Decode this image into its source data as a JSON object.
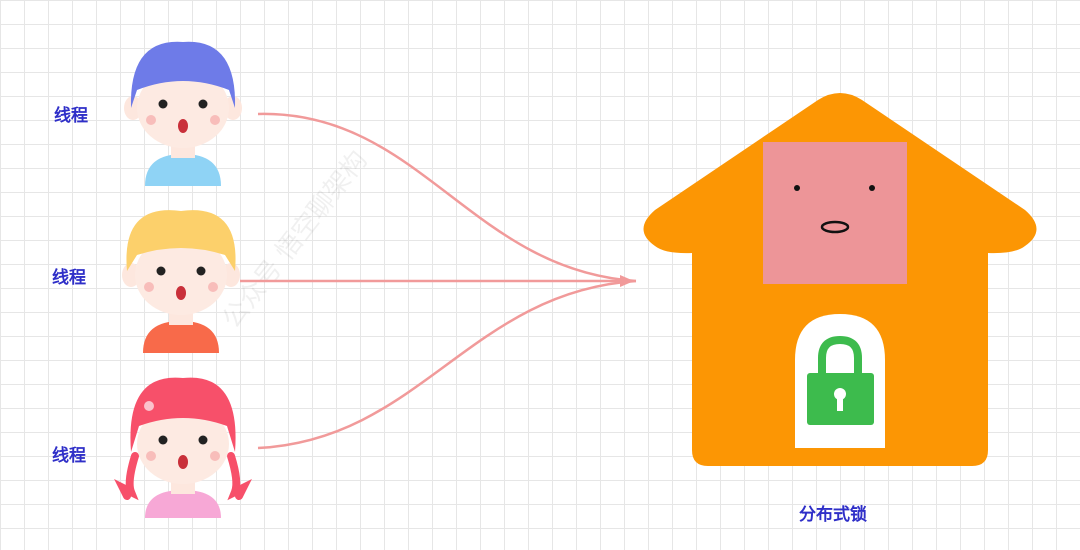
{
  "threads": [
    {
      "label": "线程",
      "hair_color": "#6e7be8",
      "shirt_color": "#8fd3f5",
      "type": "boy"
    },
    {
      "label": "线程",
      "hair_color": "#fcd06b",
      "shirt_color": "#f86a4a",
      "type": "boy"
    },
    {
      "label": "线程",
      "hair_color": "#f7506a",
      "shirt_color": "#f7a8d6",
      "type": "girl"
    }
  ],
  "lock": {
    "label": "分布式锁",
    "house_color": "#fc9604",
    "face_color": "#ed9598",
    "padlock_color": "#3dbb4d"
  },
  "arrow_color": "#f19a9a",
  "watermark": "公众号 悟空聊架构"
}
